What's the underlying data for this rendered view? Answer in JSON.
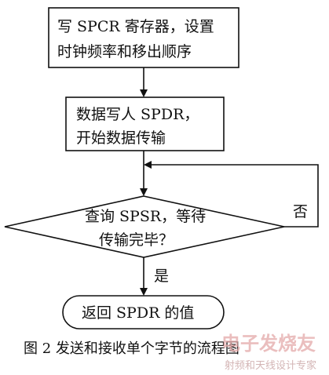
{
  "flowchart": {
    "step1": {
      "line1": "写 SPCR 寄存器，设置",
      "line2": "时钟频率和移出顺序"
    },
    "step2": {
      "line1": "数据写人 SPDR，",
      "line2": "开始数据传输"
    },
    "decision": {
      "line1": "查询 SPSR，等待",
      "line2": "传输完毕？",
      "no_label": "否",
      "yes_label": "是"
    },
    "end": {
      "label": "返回 SPDR 的值"
    }
  },
  "caption": "图 2  发送和接收单个字节的流程图",
  "watermark": {
    "main": "电子发烧友",
    "sub": "射频和天线设计专家"
  }
}
